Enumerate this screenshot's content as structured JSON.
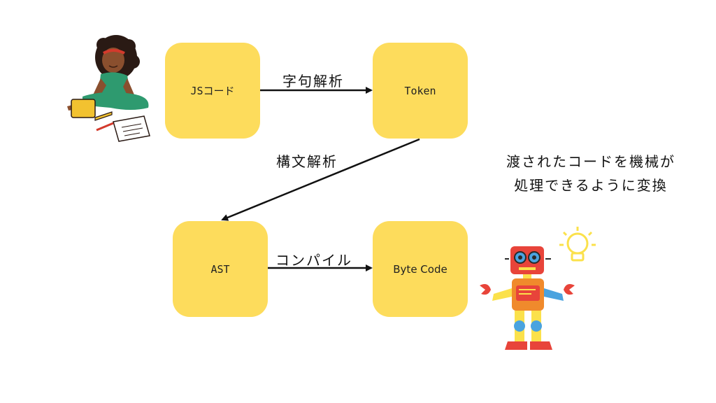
{
  "nodes": {
    "js_code": "JSコード",
    "token": "Token",
    "ast": "AST",
    "byte_code": "Byte Code"
  },
  "edges": {
    "lexical_analysis": "字句解析",
    "syntax_analysis": "構文解析",
    "compile": "コンパイル"
  },
  "note": {
    "line1": "渡されたコードを機械が",
    "line2": "処理できるように変換"
  },
  "colors": {
    "node_fill": "#fddc5c",
    "arrow": "#111111",
    "robot_red": "#e8443a",
    "robot_orange": "#f08a2c",
    "robot_yellow": "#fbe14b",
    "robot_blue": "#4aa3df"
  },
  "illustrations": {
    "person": "woman-with-laptop-illustration",
    "robot": "robot-with-lightbulb-illustration"
  }
}
